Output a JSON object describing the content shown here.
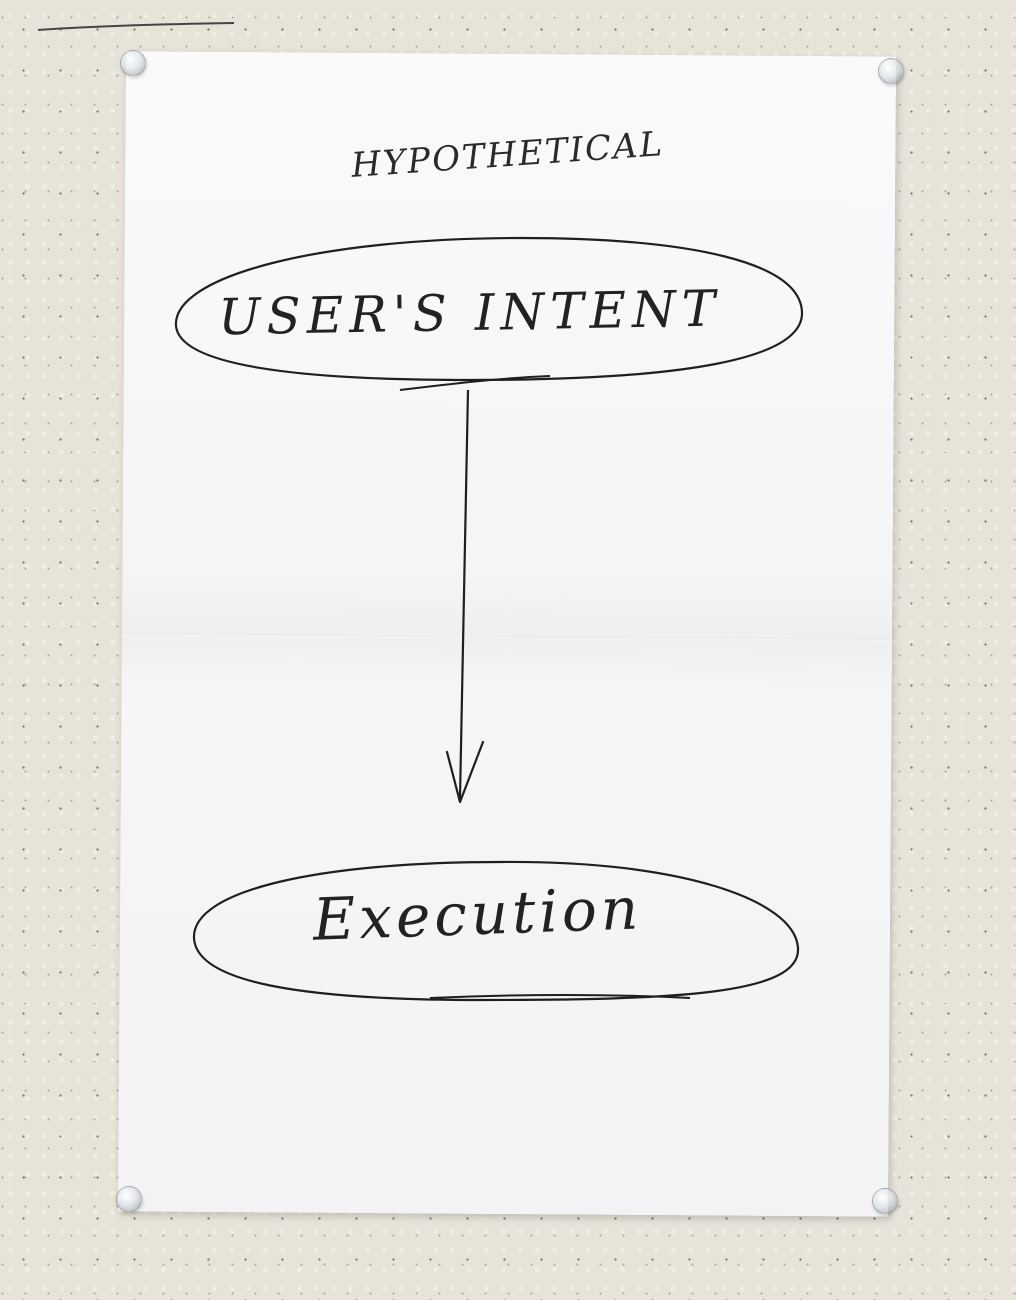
{
  "diagram": {
    "title": "HYPOTHETICAL",
    "nodes": [
      {
        "id": "intent",
        "label": "USER'S INTENT"
      },
      {
        "id": "execution",
        "label": "Execution"
      }
    ],
    "edges": [
      {
        "from": "intent",
        "to": "execution"
      }
    ]
  },
  "colors": {
    "ink": "#222222",
    "paper": "#f5f5f7",
    "wall": "#e7e3d9"
  }
}
